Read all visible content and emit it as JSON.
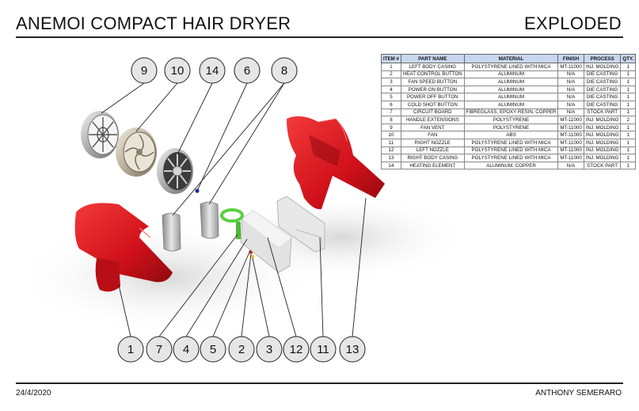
{
  "header": {
    "title": "ANEMOI COMPACT HAIR DRYER",
    "view": "EXPLODED"
  },
  "footer": {
    "date": "24/4/2020",
    "author": "ANTHONY SEMERARO"
  },
  "bom": {
    "columns": [
      "ITEM #",
      "PART NAME",
      "MATERIAL",
      "FINISH",
      "PROCESS",
      "QTY."
    ],
    "rows": [
      [
        "1",
        "LEFT BODY CASING",
        "POLYSTYRENE LINED WITH MICA",
        "MT-11000",
        "INJ. MOLDING",
        "1"
      ],
      [
        "2",
        "HEAT CONTROL BUTTON",
        "ALUMINUM",
        "N/A",
        "DIE CASTING",
        "1"
      ],
      [
        "3",
        "FAN SPEED BUTTON",
        "ALUMINUM",
        "N/A",
        "DIE CASTING",
        "1"
      ],
      [
        "4",
        "POWER ON BUTTON",
        "ALUMINUM",
        "N/A",
        "DIE CASTING",
        "1"
      ],
      [
        "5",
        "POWER OFF BUTTON",
        "ALUMINUM",
        "N/A",
        "DIE CASTING",
        "1"
      ],
      [
        "6",
        "COLD SHOT BUTTON",
        "ALUMINUM",
        "N/A",
        "DIE CASTING",
        "1"
      ],
      [
        "7",
        "CIRCUIT BOARD",
        "FIBREGLASS, EPOXY RESIN, COPPER",
        "N/A",
        "STOCK PART",
        "1"
      ],
      [
        "8",
        "HANDLE EXTENSIONS",
        "POLYSTYRENE",
        "MT-11000",
        "INJ. MOLDING",
        "2"
      ],
      [
        "9",
        "FAN VENT",
        "POLYSTYRENE",
        "MT-11000",
        "INJ. MOLDING",
        "1"
      ],
      [
        "10",
        "FAN",
        "ABS",
        "MT-11000",
        "INJ. MOLDING",
        "1"
      ],
      [
        "11",
        "RIGHT NOZZLE",
        "POLYSTYRENE LINED WITH MICA",
        "MT-11000",
        "INJ. MOLDING",
        "1"
      ],
      [
        "12",
        "LEFT NOZZLE",
        "POLYSTYRENE LINED WITH MICA",
        "MT-11000",
        "INJ. MOLDING",
        "1"
      ],
      [
        "13",
        "RIGHT BODY CASING",
        "POLYSTYRENE LINED WITH MICA",
        "MT-11000",
        "INJ. MOLDING",
        "1"
      ],
      [
        "14",
        "HEATING ELEMENT",
        "ALUMINUM, COPPER",
        "N/A",
        "STOCK PART",
        "1"
      ]
    ]
  },
  "callouts": {
    "top": [
      "9",
      "10",
      "14",
      "6",
      "8"
    ],
    "bottom": [
      "1",
      "7",
      "4",
      "5",
      "2",
      "3",
      "12",
      "11",
      "13"
    ]
  },
  "colors": {
    "body_red": "#d8141c",
    "metal": "#b8b8b8",
    "grey_part": "#cfcfcf",
    "table_header": "#c9d7ee"
  }
}
